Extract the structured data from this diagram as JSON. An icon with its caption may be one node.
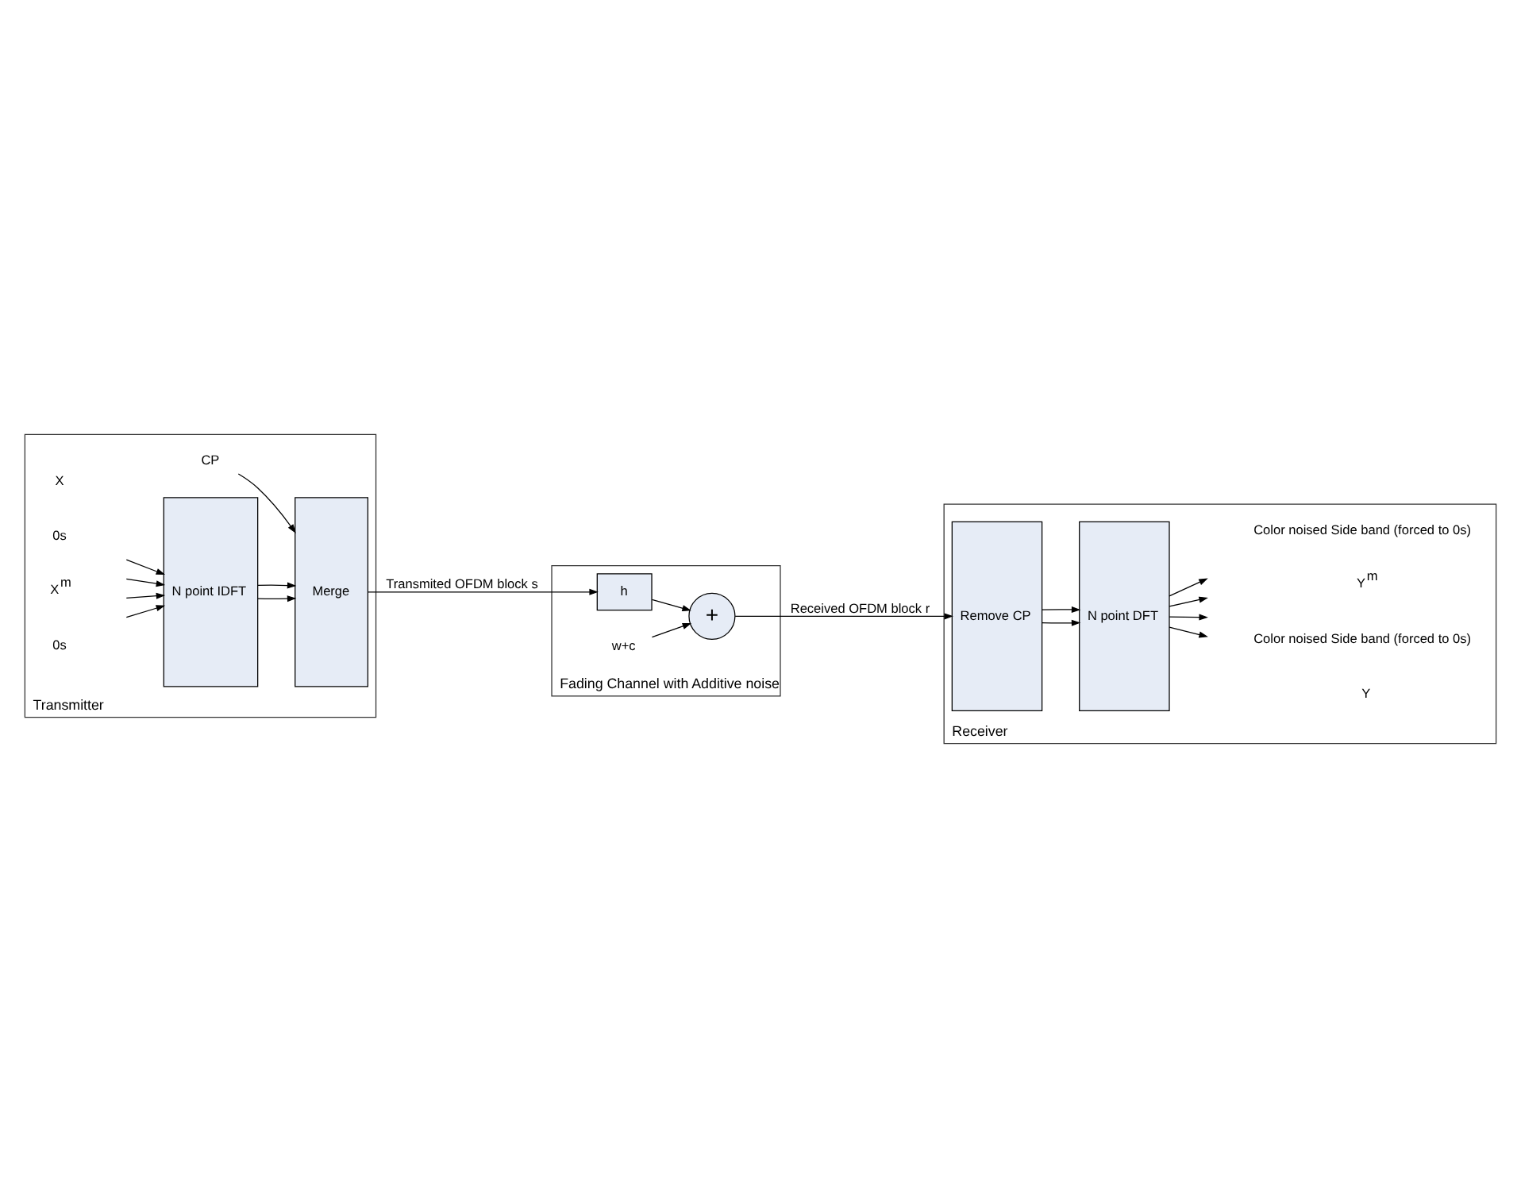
{
  "diagram": {
    "nodes": [
      {
        "text": [
          "Transmitter"
        ]
      },
      {
        "text": [
          "N point IDFT"
        ],
        "in": 0
      },
      {
        "text": [
          "Merge"
        ],
        "in": 0
      },
      {
        "text": [
          "CP"
        ],
        "in": 0
      },
      {
        "text": [
          "Fading Channel with Additive noise"
        ]
      },
      {
        "text": [
          "h"
        ],
        "in": 4
      },
      {
        "text": [
          "+"
        ],
        "in": 4
      },
      {
        "text": [
          "w+c"
        ],
        "in": 4
      },
      {
        "text": [
          "Receiver"
        ]
      },
      {
        "text": [
          "Remove CP"
        ],
        "in": 8
      },
      {
        "text": [
          "N point DFT"
        ],
        "in": 8
      }
    ],
    "edges": [
      {
        "from": null,
        "to": 1,
        "arrow": "to"
      },
      {
        "from": null,
        "to": 1,
        "arrow": "to"
      },
      {
        "from": null,
        "to": 1,
        "arrow": "to"
      },
      {
        "from": null,
        "to": 1,
        "arrow": "to"
      },
      {
        "from": 1,
        "to": 2,
        "arrow": "to"
      },
      {
        "from": 1,
        "to": 2,
        "arrow": "to"
      },
      {
        "from": 3,
        "to": 2,
        "arrow": "to"
      },
      {
        "from": 2,
        "to": 5,
        "arrow": "to",
        "label": "Transmited OFDM block s"
      },
      {
        "from": 5,
        "to": 6,
        "arrow": "to"
      },
      {
        "from": 7,
        "to": 6,
        "arrow": "to"
      },
      {
        "from": 6,
        "to": 9,
        "arrow": "to",
        "label": "Received OFDM block r"
      },
      {
        "from": 9,
        "to": 10,
        "arrow": "to"
      },
      {
        "from": 9,
        "to": 10,
        "arrow": "to"
      },
      {
        "from": 10,
        "to": null,
        "arrow": "to"
      },
      {
        "from": 10,
        "to": null,
        "arrow": "to"
      },
      {
        "from": 10,
        "to": null,
        "arrow": "to"
      },
      {
        "from": 10,
        "to": null,
        "arrow": "to"
      }
    ],
    "labels": [
      "X",
      "0s",
      "X$^{m}$",
      "0s",
      "Y",
      "Color noised Side band (forced to 0s)",
      "Y$^{m}$",
      "Color noised Side band (forced to 0s)"
    ]
  }
}
